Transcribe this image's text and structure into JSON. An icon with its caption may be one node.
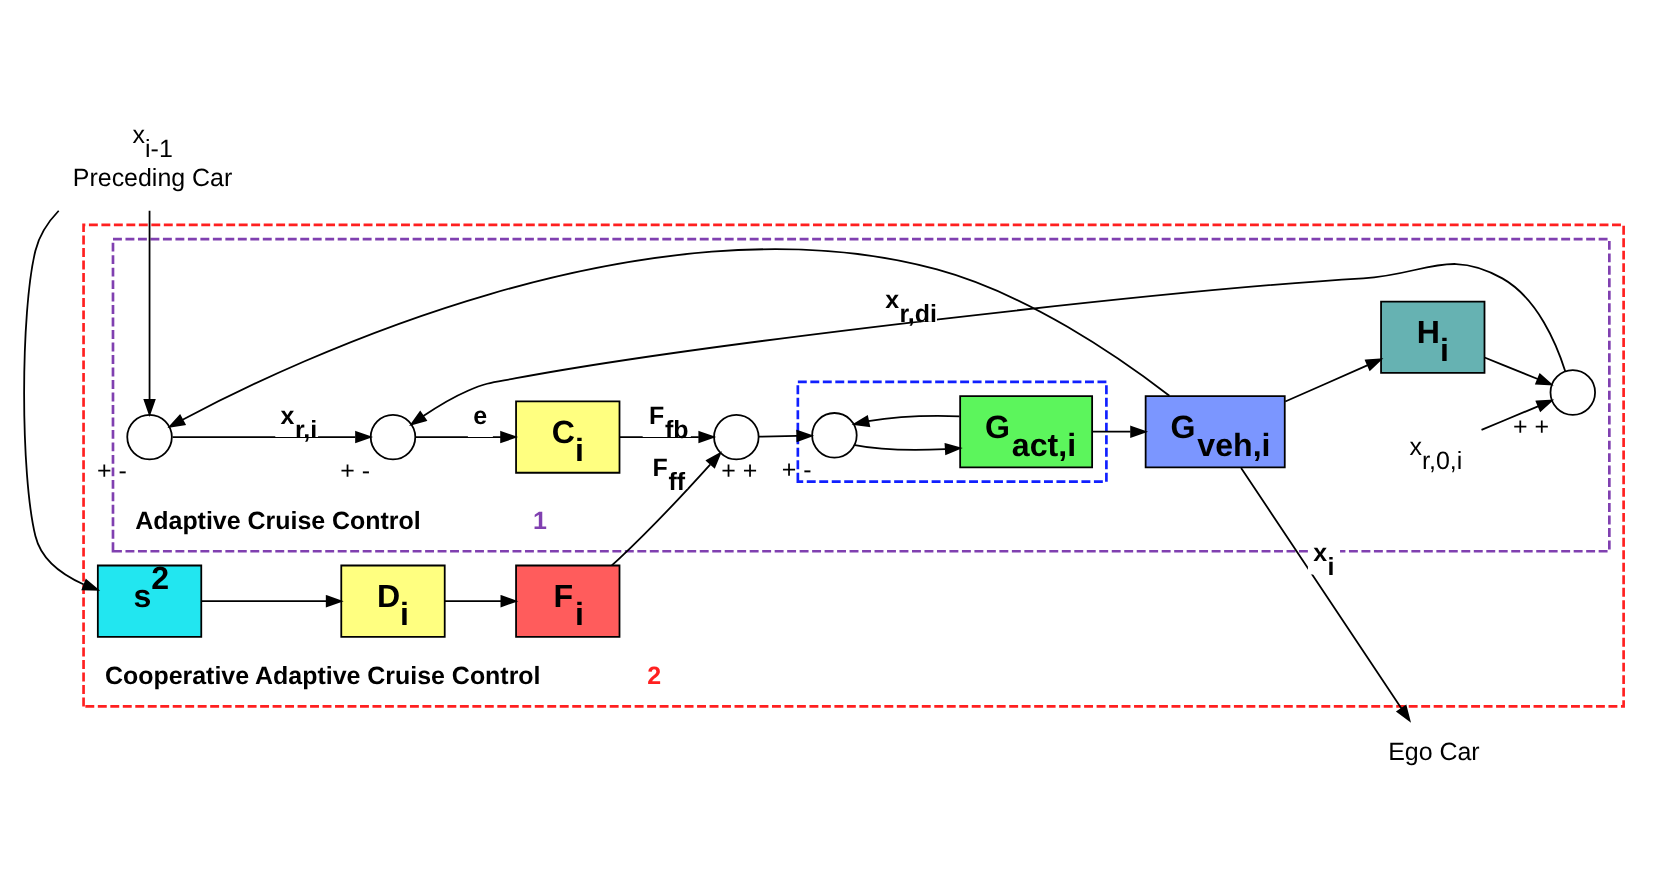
{
  "diagram": {
    "nodes": [
      {
        "text": [
          "Cooperative Adaptive Cruise Control"
        ],
        "beside": [
          "2"
        ]
      },
      {
        "text": [
          "Adaptive Cruise Control"
        ],
        "beside": [
          "1"
        ],
        "in": 0
      },
      {
        "text": [],
        "shape": "box",
        "in": 1
      },
      {
        "text": [
          "s$^{2}$"
        ],
        "in": 0
      },
      {
        "text": [
          "D$_{i}$"
        ],
        "in": 0
      },
      {
        "text": [
          "F$_{i}$"
        ],
        "in": 0
      },
      {
        "text": [],
        "shape": "circle",
        "beside": [
          "+",
          "-"
        ],
        "in": 1
      },
      {
        "text": [],
        "shape": "circle",
        "beside": [
          "+",
          "-"
        ],
        "in": 1
      },
      {
        "text": [
          "C$_{i}$"
        ],
        "in": 1
      },
      {
        "text": [],
        "shape": "circle",
        "beside": [
          "+",
          "+"
        ],
        "in": 1
      },
      {
        "text": [],
        "shape": "circle",
        "beside": [
          "+",
          "-"
        ],
        "in": 2
      },
      {
        "text": [
          "G$_{act,i}$"
        ],
        "in": 2
      },
      {
        "text": [
          "G$_{veh,i}$"
        ],
        "in": 1
      },
      {
        "text": [
          "H$_{i}$"
        ],
        "in": 1
      },
      {
        "text": [],
        "shape": "circle",
        "beside": [
          "+",
          "+"
        ],
        "in": 1
      },
      {
        "text": [
          "x$_{i-1}$",
          "Preceding Car"
        ]
      },
      {
        "text": [
          "Ego Car"
        ]
      },
      {
        "text": [
          "x$_{r,0,i}$"
        ],
        "in": 1
      }
    ],
    "edges": [
      {
        "from": 15,
        "to": 6,
        "arrow": "to"
      },
      {
        "from": 15,
        "to": 3,
        "arrow": "to"
      },
      {
        "from": 3,
        "to": 4,
        "arrow": "to"
      },
      {
        "from": 4,
        "to": 5,
        "arrow": "to"
      },
      {
        "from": 5,
        "to": 9,
        "arrow": "to",
        "label": "F$_{ff}$"
      },
      {
        "from": 6,
        "to": 7,
        "arrow": "to",
        "label": "x$_{r,i}$"
      },
      {
        "from": 7,
        "to": 8,
        "arrow": "to",
        "label": "e"
      },
      {
        "from": 8,
        "to": 9,
        "arrow": "to",
        "label": "F$_{fb}$"
      },
      {
        "from": 9,
        "to": 10,
        "arrow": "to"
      },
      {
        "from": 10,
        "to": 11,
        "arrow": "to"
      },
      {
        "from": 11,
        "to": 10,
        "arrow": "to"
      },
      {
        "from": 11,
        "to": 12,
        "arrow": "to"
      },
      {
        "from": 12,
        "to": 16,
        "arrow": "to",
        "label": "x$_{i}$"
      },
      {
        "from": 12,
        "to": 13,
        "arrow": "to"
      },
      {
        "from": 13,
        "to": 14,
        "arrow": "to"
      },
      {
        "from": 12,
        "to": 6,
        "arrow": "to"
      },
      {
        "from": 17,
        "to": 14,
        "arrow": "to"
      },
      {
        "from": 14,
        "to": 7,
        "arrow": "to",
        "label": "x$_{r,di}$"
      }
    ]
  }
}
